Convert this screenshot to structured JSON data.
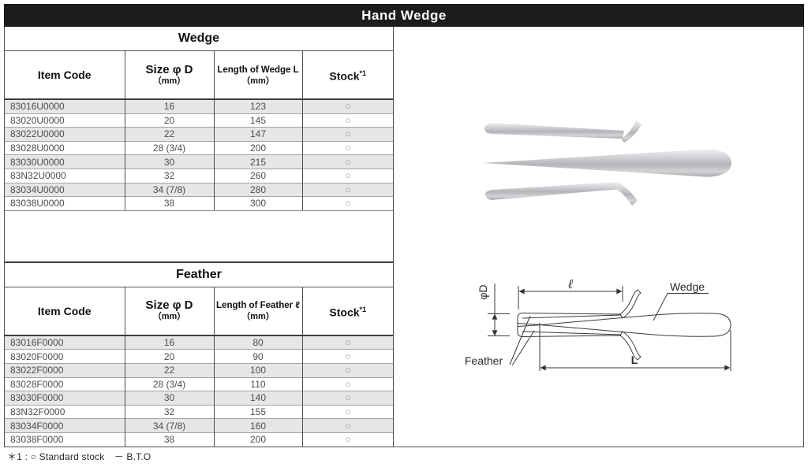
{
  "header": {
    "title": "Hand Wedge"
  },
  "wedge_table": {
    "title": "Wedge",
    "columns": {
      "item": "Item Code",
      "size": "Size φ D",
      "size_unit": "（mm）",
      "length": "Length of Wedge L",
      "length_unit": "（mm）",
      "stock": "Stock",
      "stock_note_ref": "*1"
    },
    "rows": [
      [
        "83016U0000",
        "16",
        "123",
        "○"
      ],
      [
        "83020U0000",
        "20",
        "145",
        "○"
      ],
      [
        "83022U0000",
        "22",
        "147",
        "○"
      ],
      [
        "83028U0000",
        "28 (3/4)",
        "200",
        "○"
      ],
      [
        "83030U0000",
        "30",
        "215",
        "○"
      ],
      [
        "83N32U0000",
        "32",
        "260",
        "○"
      ],
      [
        "83034U0000",
        "34 (7/8)",
        "280",
        "○"
      ],
      [
        "83038U0000",
        "38",
        "300",
        "○"
      ]
    ]
  },
  "feather_table": {
    "title": "Feather",
    "columns": {
      "item": "Item Code",
      "size": "Size φ D",
      "size_unit": "（mm）",
      "length": "Length of Feather ℓ",
      "length_unit": "（mm）",
      "stock": "Stock",
      "stock_note_ref": "*1"
    },
    "rows": [
      [
        "83016F0000",
        "16",
        "80",
        "○"
      ],
      [
        "83020F0000",
        "20",
        "90",
        "○"
      ],
      [
        "83022F0000",
        "22",
        "100",
        "○"
      ],
      [
        "83028F0000",
        "28 (3/4)",
        "110",
        "○"
      ],
      [
        "83030F0000",
        "30",
        "140",
        "○"
      ],
      [
        "83N32F0000",
        "32",
        "155",
        "○"
      ],
      [
        "83034F0000",
        "34 (7/8)",
        "160",
        "○"
      ],
      [
        "83038F0000",
        "38",
        "200",
        "○"
      ]
    ]
  },
  "diagram": {
    "labels": {
      "phi_d": "φD",
      "ell": "ℓ",
      "wedge": "Wedge",
      "feather": "Feather",
      "length": "L"
    }
  },
  "footnote": "＊1 : ○ Standard stock　－ B.T.O",
  "colors": {
    "header_bg": "#1d1c1c",
    "row_alt": "#e6e6e6",
    "border_dark": "#4f4f4f",
    "border_light": "#a3a3a3",
    "metal_base": "#c3c5c8"
  }
}
